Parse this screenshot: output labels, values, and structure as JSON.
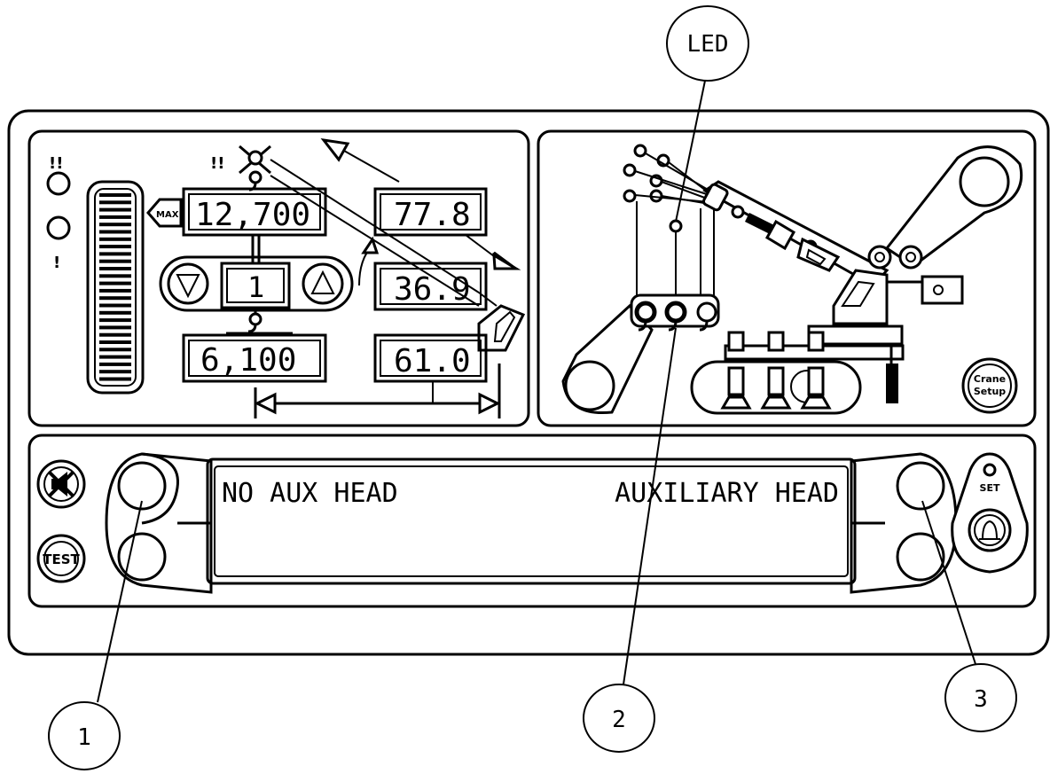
{
  "callouts": {
    "led": "LED",
    "one": "1",
    "two": "2",
    "three": "3"
  },
  "load_panel": {
    "max_label": "MAX",
    "max_load": "12,700",
    "reeving": "1",
    "actual_load": "6,100",
    "boom_length": "77.8",
    "boom_angle": "36.9",
    "radius": "61.0",
    "warning_high": "!!",
    "warning_low": "!"
  },
  "crane_panel": {
    "setup_button": [
      "Crane",
      "Setup"
    ]
  },
  "lcd": {
    "left_text": "NO AUX HEAD",
    "right_text": "AUXILIARY HEAD"
  },
  "buttons": {
    "test": "TEST",
    "set": "SET"
  }
}
